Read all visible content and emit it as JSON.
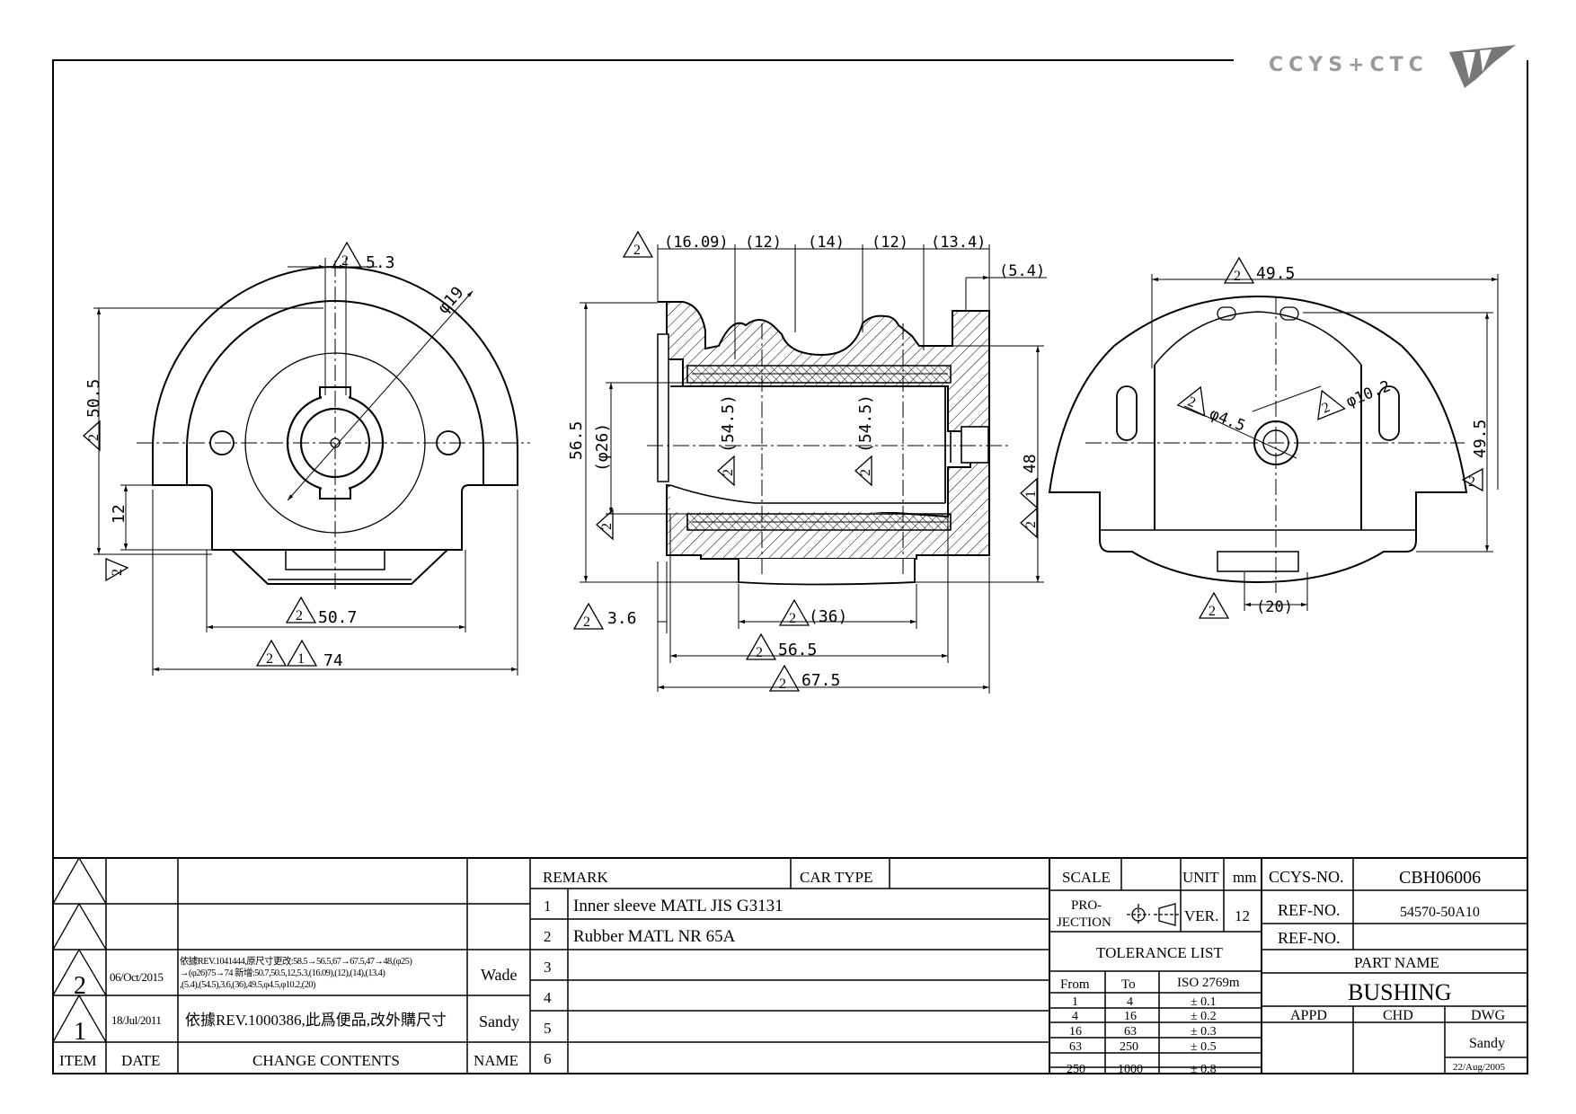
{
  "logo": {
    "text": "CCYS+CTC"
  },
  "drawing": {
    "front_view": {
      "dims": {
        "d1": "5.3",
        "d2": "φ19",
        "d3": "50.5",
        "d4": "12",
        "d5": "50.7",
        "d6": "74"
      }
    },
    "section_view": {
      "dims": {
        "top1": "(16.09)",
        "top2": "(12)",
        "top3": "(14)",
        "top4": "(12)",
        "top5": "(13.4)",
        "top6": "(5.4)",
        "left1": "56.5",
        "left2": "(φ26)",
        "mid1": "(54.5)",
        "mid2": "(54.5)",
        "right1": "48",
        "b1": "3.6",
        "b2": "(36)",
        "b3": "56.5",
        "b4": "67.5"
      }
    },
    "side_view": {
      "dims": {
        "top": "49.5",
        "hole1": "φ4.5",
        "hole2": "φ10.2",
        "right": "49.5",
        "bottom": "(20)"
      }
    },
    "rev_marks": {
      "two": "2",
      "one": "1"
    }
  },
  "revisions": {
    "rows": [
      {
        "mark": "",
        "date": "",
        "change": "",
        "name": ""
      },
      {
        "mark": "",
        "date": "",
        "change": "",
        "name": ""
      },
      {
        "mark": "2",
        "date": "06/Oct/2015",
        "change_lines": [
          "依據REV.1041444,原尺寸更改:58.5→56.5,67→67.5,47→48,(φ25)",
          "→(φ26)75→74 新增:50.7,50.5,12,5.3,(16.09),(12),(14),(13.4)",
          ",(5.4),(54.5),3.6,(36),49.5,φ4.5,φ10.2,(20)"
        ],
        "name": "Wade"
      },
      {
        "mark": "1",
        "date": "18/Jul/2011",
        "change": "依據REV.1000386,此爲便品,改外購尺寸",
        "name": "Sandy"
      }
    ],
    "headers": {
      "item": "ITEM",
      "date": "DATE",
      "change": "CHANGE CONTENTS",
      "name": "NAME"
    }
  },
  "remarks": {
    "header": "REMARK",
    "car_type": "CAR TYPE",
    "rows": [
      {
        "no": "1",
        "text": "Inner sleeve MATL JIS G3131"
      },
      {
        "no": "2",
        "text": "Rubber MATL NR 65A"
      },
      {
        "no": "3",
        "text": ""
      },
      {
        "no": "4",
        "text": ""
      },
      {
        "no": "5",
        "text": ""
      },
      {
        "no": "6",
        "text": ""
      }
    ]
  },
  "title_block": {
    "scale_label": "SCALE",
    "unit_label": "UNIT",
    "unit_value": "mm",
    "projection_label_1": "PRO-",
    "projection_label_2": "JECTION",
    "ver_label": "VER.",
    "ver_value": "12",
    "ccys_no_label": "CCYS-NO.",
    "ccys_no_value": "CBH06006",
    "ref_no_label": "REF-NO.",
    "ref_no_value": "54570-50A10",
    "ref_no2_label": "REF-NO.",
    "ref_no2_value": "",
    "part_name_label": "PART NAME",
    "part_name": "BUSHING",
    "appd_label": "APPD",
    "chd_label": "CHD",
    "dwg_label": "DWG",
    "dwg_by": "Sandy",
    "dwg_date": "22/Aug/2005"
  },
  "tolerance": {
    "title": "TOLERANCE LIST",
    "headers": [
      "From",
      "To",
      "ISO 2769m"
    ],
    "rows": [
      [
        "1",
        "4",
        "± 0.1"
      ],
      [
        "4",
        "16",
        "± 0.2"
      ],
      [
        "16",
        "63",
        "± 0.3"
      ],
      [
        "63",
        "250",
        "± 0.5"
      ],
      [
        "250",
        "1000",
        "± 0.8"
      ]
    ]
  }
}
